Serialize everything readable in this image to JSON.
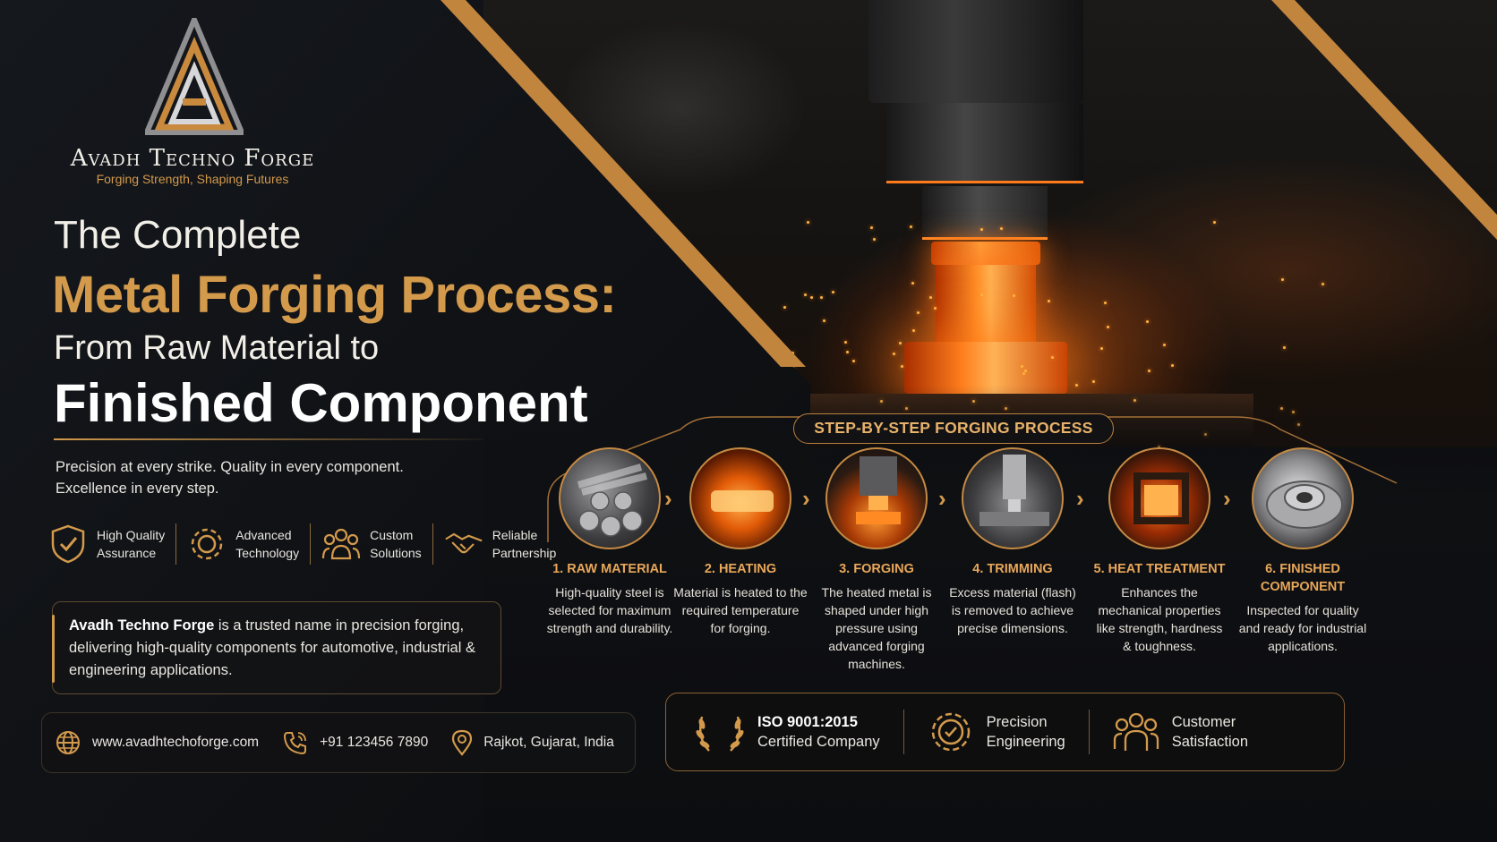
{
  "brand": {
    "name": "Avadh Techno Forge",
    "tagline": "Forging Strength, Shaping Futures"
  },
  "headline": {
    "line1": "The Complete",
    "line2": "Metal Forging Process:",
    "line3": "From Raw Material to",
    "line4": "Finished Component"
  },
  "subtitle": {
    "line1": "Precision at every strike. Quality in every component.",
    "line2": "Excellence in every step."
  },
  "features": [
    {
      "icon": "shield-check-icon",
      "line1": "High Quality",
      "line2": "Assurance"
    },
    {
      "icon": "gear-icon",
      "line1": "Advanced",
      "line2": "Technology"
    },
    {
      "icon": "team-icon",
      "line1": "Custom",
      "line2": "Solutions"
    },
    {
      "icon": "handshake-icon",
      "line1": "Reliable",
      "line2": "Partnership"
    }
  ],
  "about": {
    "company": "Avadh Techno Forge",
    "text": " is a trusted name in precision forging, delivering high-quality components for automotive, industrial & engineering applications."
  },
  "contact": {
    "website": "www.avadhtechoforge.com",
    "phone": "+91 123456 7890",
    "location": "Rajkot, Gujarat, India"
  },
  "process": {
    "title": "STEP-BY-STEP FORGING PROCESS",
    "steps": [
      {
        "title": "1. RAW MATERIAL",
        "desc": "High-quality steel is selected for maximum strength and durability."
      },
      {
        "title": "2. HEATING",
        "desc": "Material is heated to the required temperature for forging."
      },
      {
        "title": "3. FORGING",
        "desc": "The heated metal is shaped under high pressure using advanced forging machines."
      },
      {
        "title": "4. TRIMMING",
        "desc": "Excess material (flash) is removed to achieve precise dimensions."
      },
      {
        "title": "5. HEAT TREATMENT",
        "desc": "Enhances the mechanical properties like strength, hardness & toughness."
      },
      {
        "title": "6. FINISHED COMPONENT",
        "desc": "Inspected for quality and ready for industrial applications."
      }
    ]
  },
  "certifications": [
    {
      "icon": "laurel-icon",
      "line1": "ISO 9001:2015",
      "line2": "Certified Company"
    },
    {
      "icon": "gear-check-icon",
      "line1": "Precision",
      "line2": "Engineering"
    },
    {
      "icon": "team-icon",
      "line1": "Customer",
      "line2": "Satisfaction"
    }
  ],
  "colors": {
    "accent": "#d39a4c",
    "background": "#0c0d10",
    "text": "#e9e6e0"
  }
}
